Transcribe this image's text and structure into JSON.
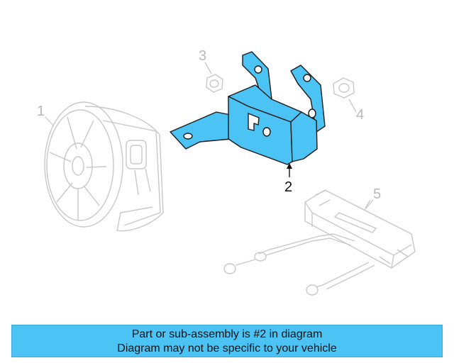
{
  "callouts": {
    "part_1": "1",
    "part_2": "2",
    "part_3": "3",
    "part_4": "4",
    "part_5": "5"
  },
  "highlight_color": "#4cc3f5",
  "banner": {
    "line1": "Part or sub-assembly is #2 in diagram",
    "line2": "Diagram may not be specific to your vehicle"
  }
}
